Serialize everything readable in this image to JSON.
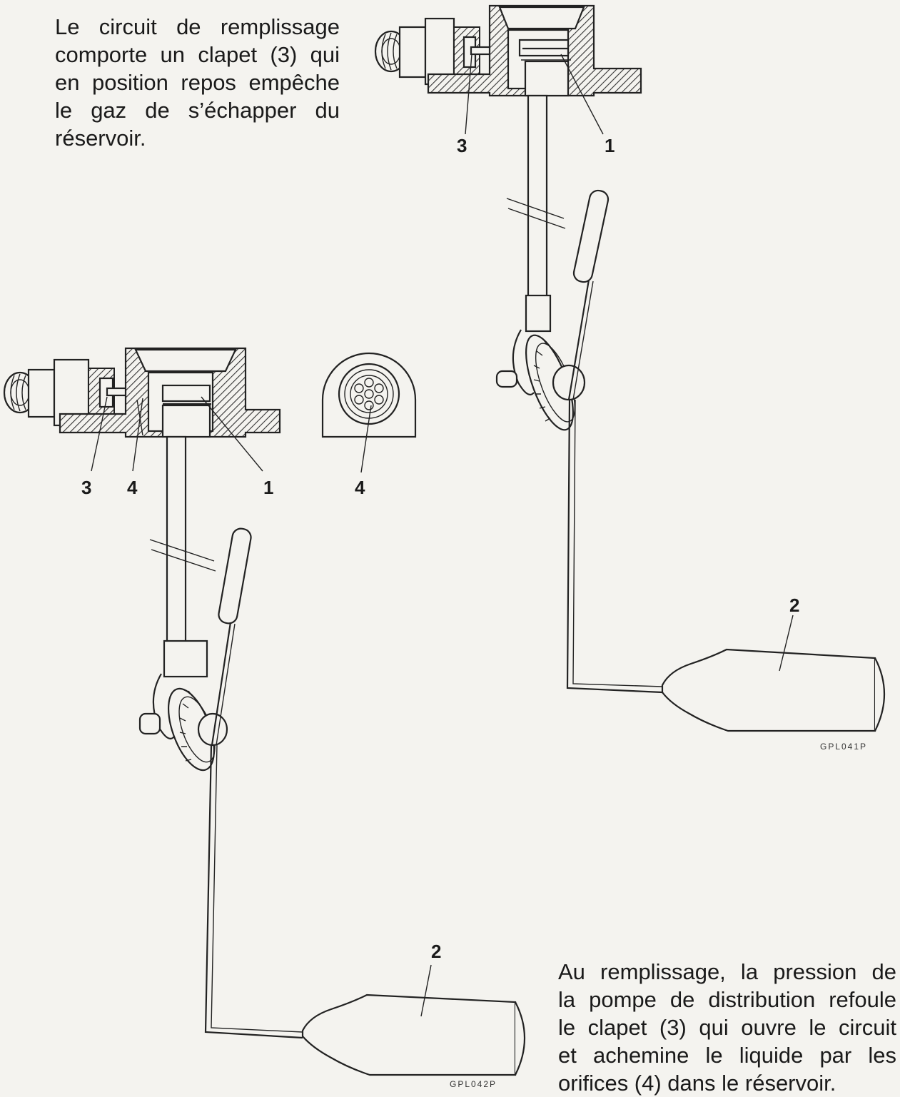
{
  "intro_lines": [
    "Le circuit de remplissage",
    "comporte un clapet (3) qui",
    "en position repos empêche",
    "le gaz de s’échapper du",
    "réservoir."
  ],
  "outro_lines": [
    "Au remplissage, la pression de",
    "la pompe de distribution refoule",
    "le clapet (3) qui ouvre le circuit",
    "et achemine le liquide par les",
    "orifices (4) dans le réservoir."
  ],
  "figure_top": {
    "callout_valve": "3",
    "callout_body": "1",
    "callout_float": "2",
    "reference": "GPL041P"
  },
  "figure_bottom": {
    "callout_valve": "3",
    "callout_orifice": "4",
    "callout_body": "1",
    "callout_float": "2",
    "reference": "GPL042P"
  },
  "detail_view": {
    "callout_orifice": "4"
  }
}
